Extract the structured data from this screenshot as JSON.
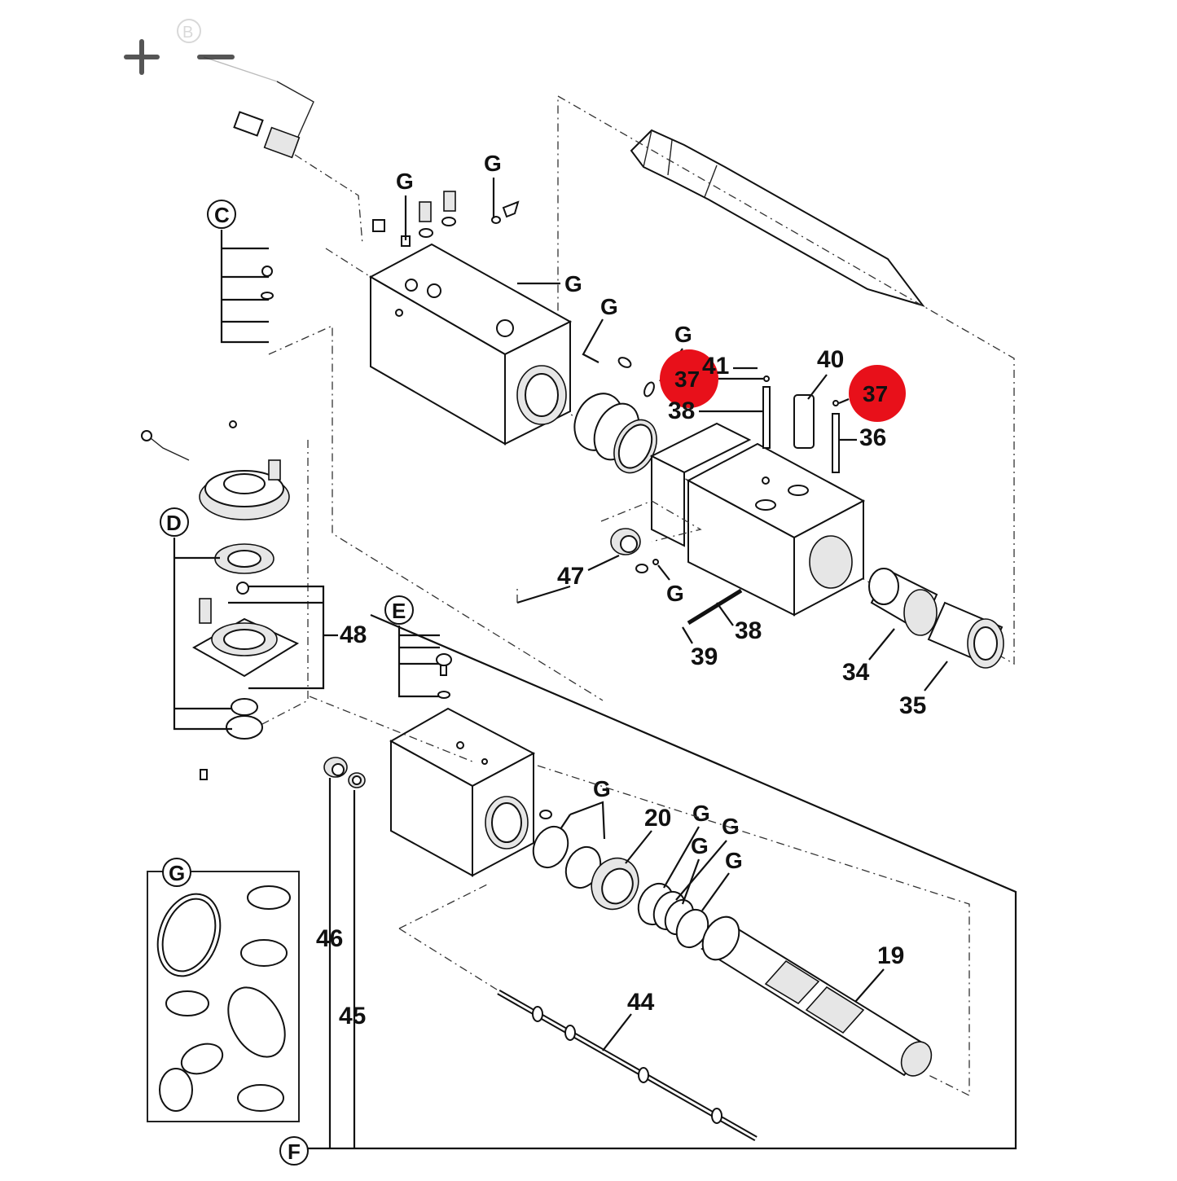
{
  "controls": {
    "zoom_in_icon": "plus-icon",
    "zoom_out_icon": "minus-icon"
  },
  "section_labels": {
    "C": "C",
    "D": "D",
    "E": "E",
    "F": "F",
    "G": "G"
  },
  "group_letter": "G",
  "part_numbers": {
    "p19": "19",
    "p20": "20",
    "p34": "34",
    "p35": "35",
    "p36": "36",
    "p37a": "37",
    "p37b": "37",
    "p38a": "38",
    "p38b": "38",
    "p39": "39",
    "p40": "40",
    "p41": "41",
    "p44": "44",
    "p45": "45",
    "p46": "46",
    "p47": "47",
    "p48": "48"
  },
  "highlight_color": "#e8101a"
}
